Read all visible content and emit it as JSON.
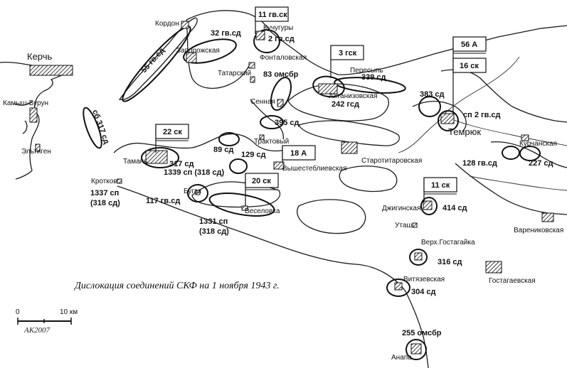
{
  "caption": "Дислокация соединений СКФ на 1 ноября 1943 г.",
  "scale": {
    "zero": "0",
    "ten": "10 км"
  },
  "signature": "АК2007",
  "headquarters": [
    {
      "id": "hq-11gvsk",
      "label": "11 гв.ск"
    },
    {
      "id": "hq-3gsk",
      "label": "3 гск"
    },
    {
      "id": "hq-56a",
      "label": "56 А"
    },
    {
      "id": "hq-16sk",
      "label": "16 ск"
    },
    {
      "id": "hq-22sk",
      "label": "22 ск"
    },
    {
      "id": "hq-18a",
      "label": "18 А"
    },
    {
      "id": "hq-20sk",
      "label": "20 ск"
    },
    {
      "id": "hq-11sk",
      "label": "11 ск"
    }
  ],
  "towns": {
    "kerch": "Керчь",
    "kamysh": "Камыш-Бурун",
    "eltigen": "Эльтиген",
    "kordon": "Кордон",
    "zaporozhskaya": "Запорожская",
    "kuchugury": "Кучугуры",
    "fontalovskaya": "Фонталовская",
    "tatarsky": "Татарский",
    "sennaya": "Сенная",
    "peresyp": "Пересыпь",
    "akhtanizovskaya": "Ахтанизовская",
    "temryuk": "Темрюк",
    "kurchanskaya": "Курчанская",
    "traktovy": "Трактовый",
    "vyshestebliyevskaya": "Вышестеблиевская",
    "starotitarovskaya": "Старотитаровская",
    "taman": "Тамань",
    "krotkov": "Кротков",
    "bugaz": "Бугаз",
    "veselovka": "Веселовка",
    "dzhiginskaya": "Джигинская",
    "utash": "Уташ",
    "verkh_gostagayka": "Верх.Гостагайка",
    "gostagayevskaya": "Гостагаевская",
    "varenikovskaya": "Варениковская",
    "vityazevskaya": "Витязевская",
    "anapa": "Анапа"
  },
  "units": {
    "u55gvsd": "55 гв.сд",
    "u32gvsd": "32 гв.сд",
    "u2gvsd": "2 гв.сд",
    "u83omsbr": "83 омсбр",
    "u339sd": "339 сд",
    "u242gsd": "242 гсд",
    "u383sd": "383 сд",
    "usp2gvsd": "сп 2 гв.сд",
    "usb317sd": "сб 317 сд",
    "u395sd": "395 сд",
    "u89sd": "89 сд",
    "u129sd": "129 сд",
    "u317sd": "317 сд",
    "u1339sp": "1339 сп (318 сд)",
    "u128gvsd": "128 гв.сд",
    "u227sd": "227 сд",
    "u1337sp": "1337 сп",
    "u1337sub": "(318 сд)",
    "u117gvsd": "117 гв.сд",
    "u1331sp": "1331 сп",
    "u1331sub": "(318 сд)",
    "u414sd": "414 сд",
    "u316sd": "316 сд",
    "u304sd": "304 сд",
    "u255omsbr": "255 омсбр"
  }
}
